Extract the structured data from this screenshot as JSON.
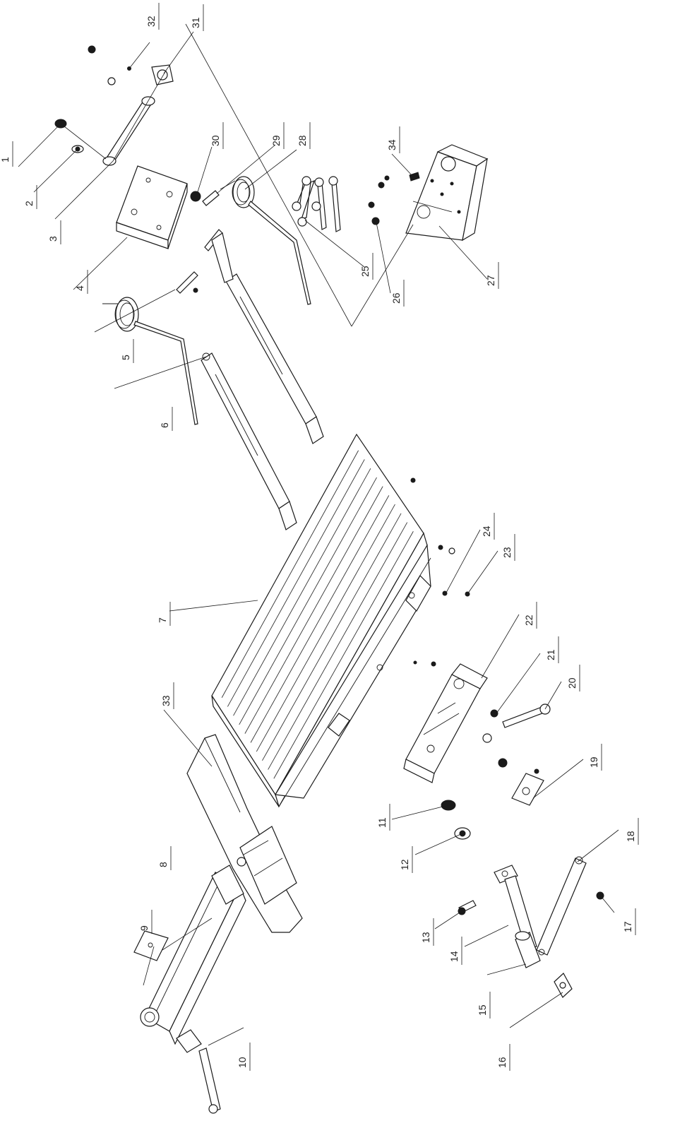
{
  "callouts": [
    {
      "id": "c1",
      "label": "1"
    },
    {
      "id": "c2",
      "label": "2"
    },
    {
      "id": "c3",
      "label": "3"
    },
    {
      "id": "c4",
      "label": "4"
    },
    {
      "id": "c5",
      "label": "5"
    },
    {
      "id": "c6",
      "label": "6"
    },
    {
      "id": "c7",
      "label": "7"
    },
    {
      "id": "c8",
      "label": "8"
    },
    {
      "id": "c9",
      "label": "9"
    },
    {
      "id": "c10",
      "label": "10"
    },
    {
      "id": "c11",
      "label": "11"
    },
    {
      "id": "c12",
      "label": "12"
    },
    {
      "id": "c13",
      "label": "13"
    },
    {
      "id": "c14",
      "label": "14"
    },
    {
      "id": "c15",
      "label": "15"
    },
    {
      "id": "c16",
      "label": "16"
    },
    {
      "id": "c17",
      "label": "17"
    },
    {
      "id": "c18",
      "label": "18"
    },
    {
      "id": "c19",
      "label": "19"
    },
    {
      "id": "c20",
      "label": "20"
    },
    {
      "id": "c21",
      "label": "21"
    },
    {
      "id": "c22",
      "label": "22"
    },
    {
      "id": "c23",
      "label": "23"
    },
    {
      "id": "c24",
      "label": "24"
    },
    {
      "id": "c25",
      "label": "25"
    },
    {
      "id": "c26",
      "label": "26"
    },
    {
      "id": "c27",
      "label": "27"
    },
    {
      "id": "c28",
      "label": "28"
    },
    {
      "id": "c29",
      "label": "29"
    },
    {
      "id": "c30",
      "label": "30"
    },
    {
      "id": "c31",
      "label": "31"
    },
    {
      "id": "c32",
      "label": "32"
    },
    {
      "id": "c33",
      "label": "33"
    },
    {
      "id": "c34",
      "label": "34"
    }
  ]
}
